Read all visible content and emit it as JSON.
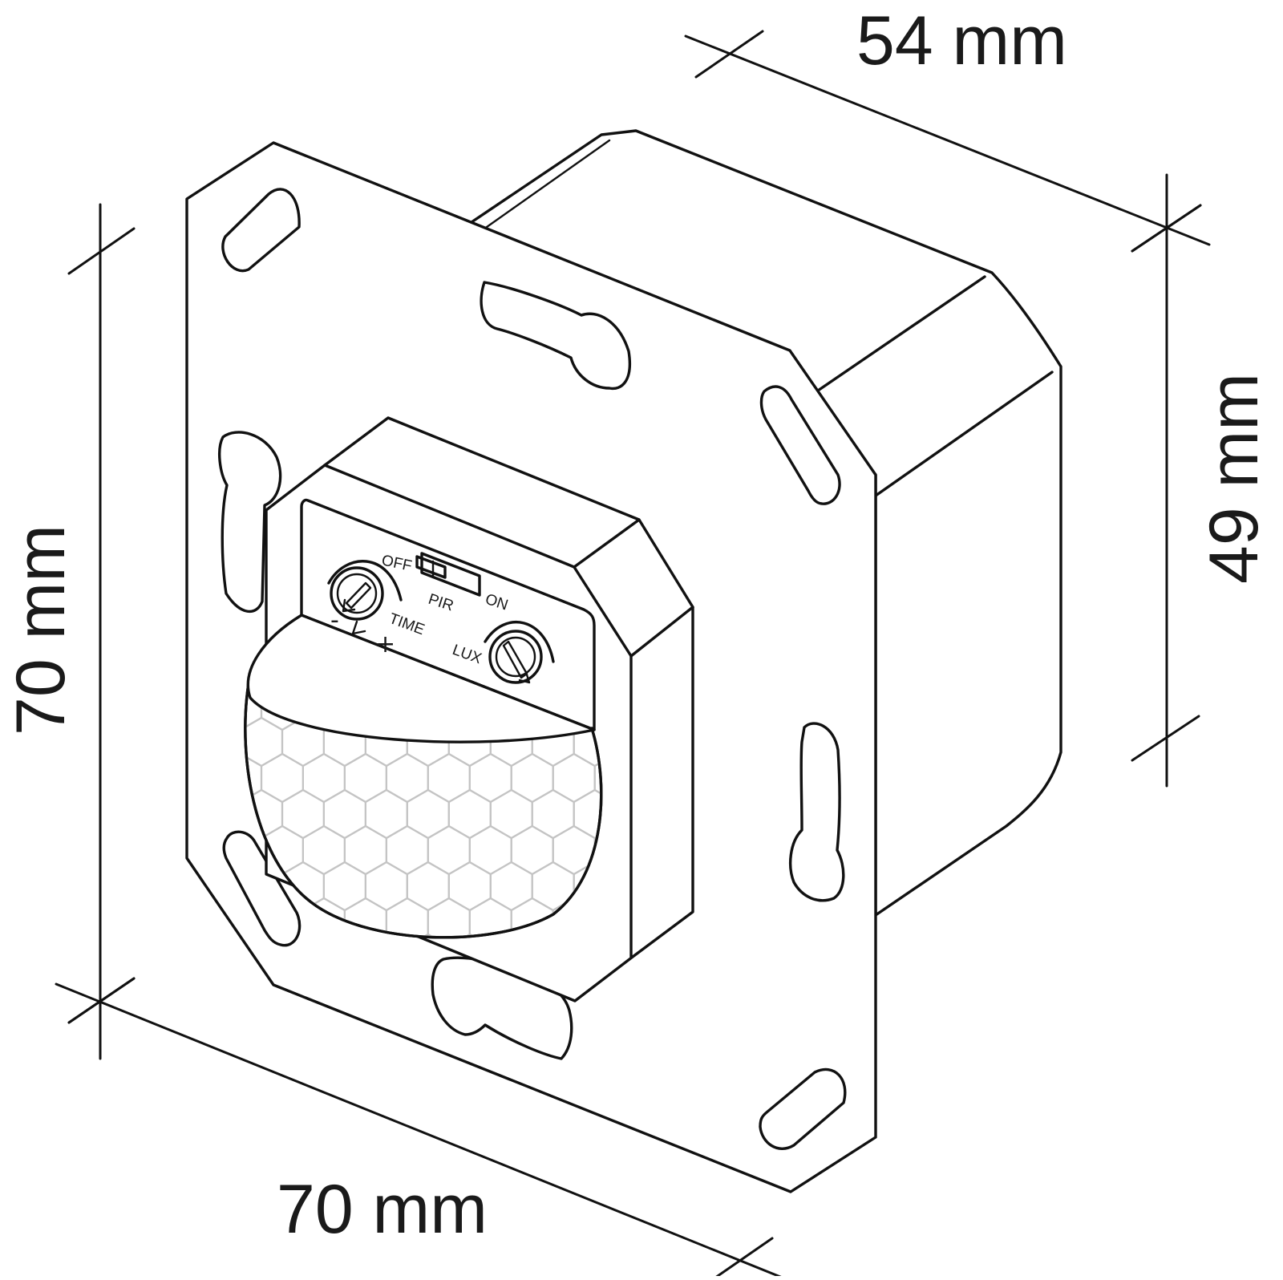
{
  "dimensions": {
    "depth": "54 mm",
    "height_right": "49 mm",
    "height_left": "70 mm",
    "width_bottom": "70 mm"
  },
  "labels": {
    "off": "OFF",
    "pir": "PIR",
    "on": "ON",
    "time": "TIME",
    "lux": "LUX",
    "minus": "-",
    "plus": "+"
  },
  "colors": {
    "line": "#111111",
    "lens_pattern": "#c4c4c4",
    "background": "#ffffff"
  }
}
